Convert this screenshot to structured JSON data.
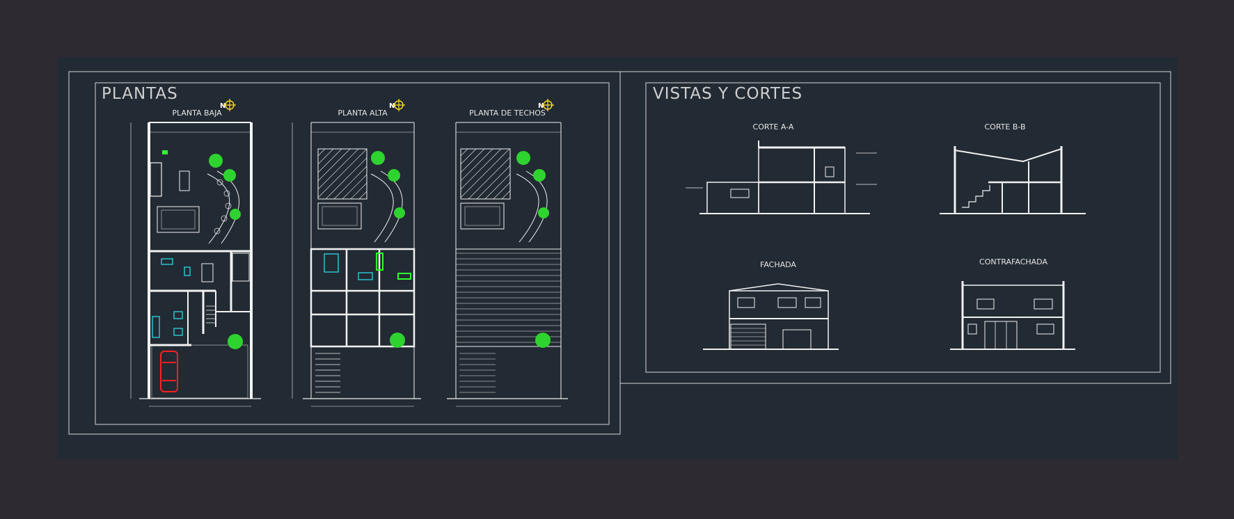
{
  "colors": {
    "app_background": "#2d2a31",
    "model_space": "#222a33",
    "lines": "#f2f2f2",
    "frame": "#d8d8d8",
    "tree_green": "#2fd32f",
    "furniture_cyan": "#2fd8e6",
    "car_red": "#ff2020",
    "north_yellow": "#ffe020",
    "accent_green": "#30ff30"
  },
  "sheets": {
    "plantas": {
      "title": "PLANTAS",
      "plans": [
        {
          "title": "PLANTA BAJA",
          "north": "N"
        },
        {
          "title": "PLANTA ALTA",
          "north": "N"
        },
        {
          "title": "PLANTA DE TECHOS",
          "north": "N"
        }
      ]
    },
    "vistas": {
      "title": "VISTAS Y CORTES",
      "views": [
        {
          "title": "CORTE A-A"
        },
        {
          "title": "CORTE B-B"
        },
        {
          "title": "FACHADA"
        },
        {
          "title": "CONTRAFACHADA"
        }
      ]
    }
  }
}
